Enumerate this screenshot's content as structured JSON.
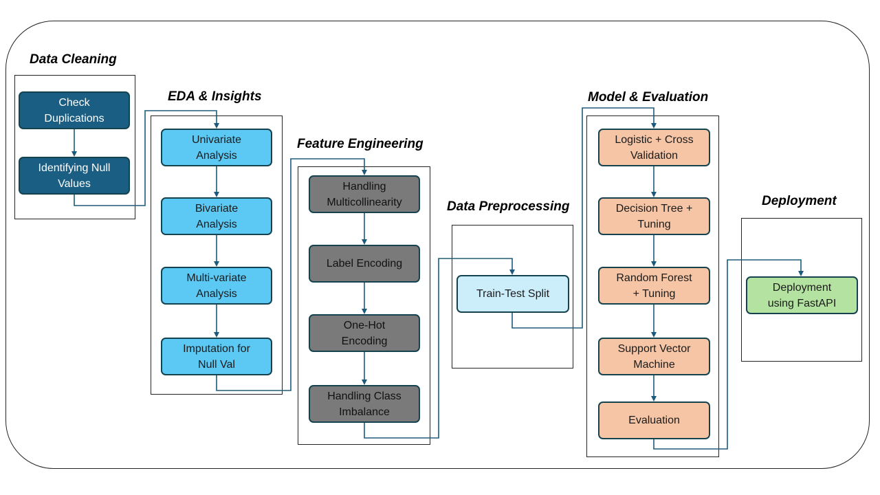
{
  "stages": {
    "data_cleaning": {
      "title": "Data Cleaning",
      "steps": [
        "Check\nDuplications",
        "Identifying Null\nValues"
      ]
    },
    "eda": {
      "title": "EDA & Insights",
      "steps": [
        "Univariate\nAnalysis",
        "Bivariate\nAnalysis",
        "Multi-variate\nAnalysis",
        "Imputation for\nNull Val"
      ]
    },
    "feature_engineering": {
      "title": "Feature Engineering",
      "steps": [
        "Handling\nMulticollinearity",
        "Label  Encoding",
        "One-Hot\nEncoding",
        "Handling Class\nImbalance"
      ]
    },
    "preprocessing": {
      "title": "Data Preprocessing",
      "steps": [
        "Train-Test Split"
      ]
    },
    "model": {
      "title": "Model & Evaluation",
      "steps": [
        "Logistic + Cross\nValidation",
        "Decision Tree +\nTuning",
        "Random Forest\n+ Tuning",
        "Support Vector\nMachine",
        "Evaluation"
      ]
    },
    "deployment": {
      "title": "Deployment",
      "steps": [
        "Deployment\nusing FastAPI"
      ]
    }
  },
  "colors": {
    "connector": "#1b5a7a",
    "dark_blue": "#1b5e84",
    "light_blue": "#5bc9f4",
    "gray": "#7a7a7a",
    "pale_blue": "#cceefa",
    "peach": "#f5c5a5",
    "green": "#b4e2a0"
  }
}
